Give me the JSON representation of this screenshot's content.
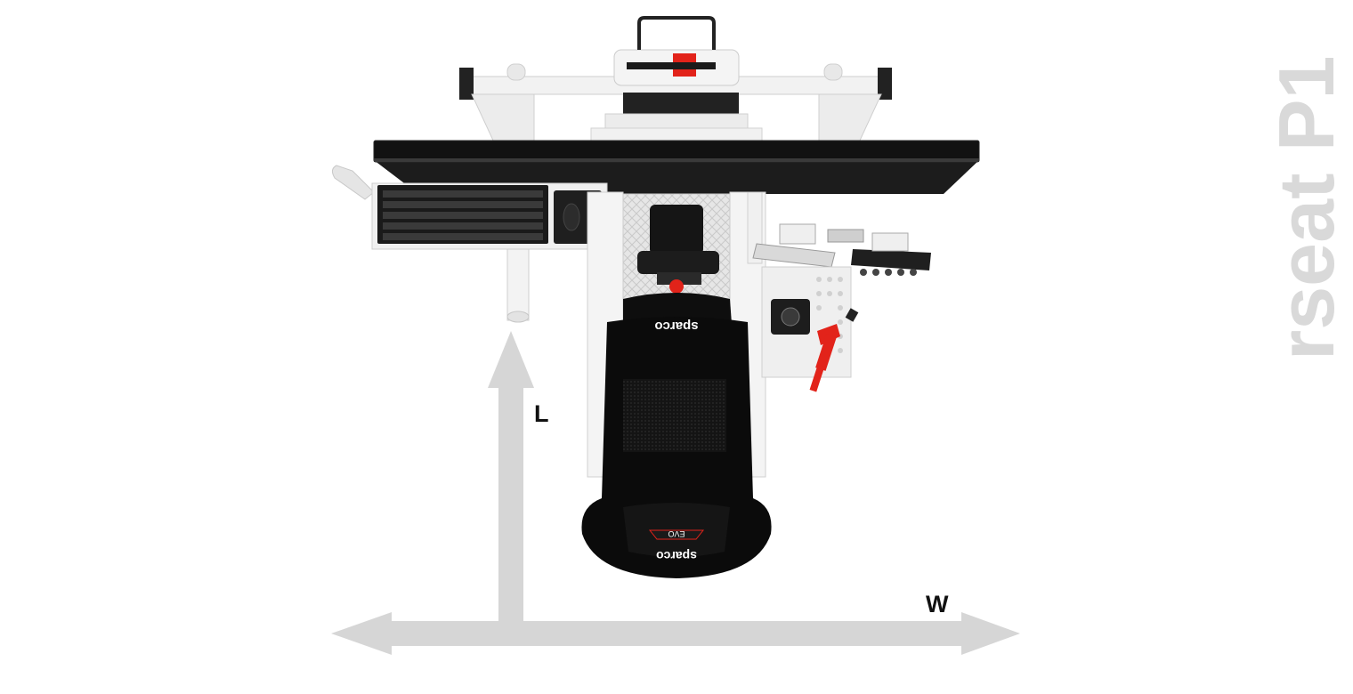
{
  "brand": {
    "name": "rseat P1",
    "color": "#d9d9d9"
  },
  "axes": {
    "length_label": "L",
    "width_label": "W",
    "arrow_color": "#d6d6d6"
  },
  "seat": {
    "brand_top": "sparco",
    "model": "EVO",
    "brand_bottom": "sparco"
  },
  "colors": {
    "frame": "#f1f1f1",
    "monitor": "#111111",
    "seat": "#0b0b0b",
    "accent": "#e2231a"
  }
}
